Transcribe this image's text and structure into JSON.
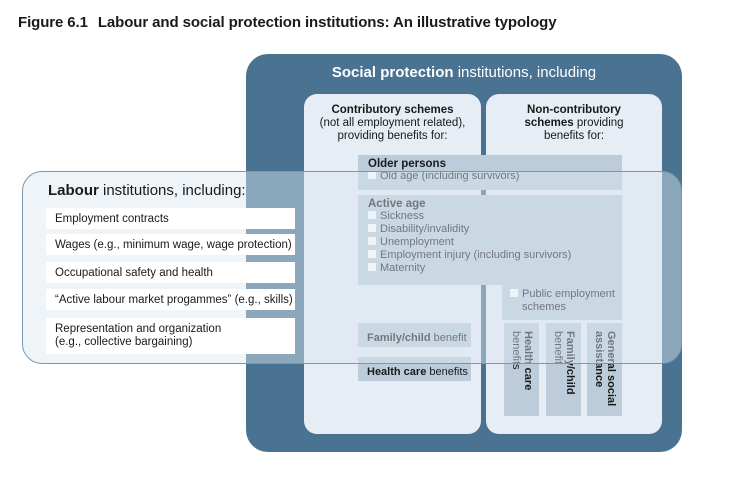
{
  "figure": {
    "number": "Figure 6.1",
    "title": "Labour and social protection institutions: An illustrative typology"
  },
  "social_protection": {
    "heading_bold": "Social protection",
    "heading_rest": " institutions, including",
    "contributory": {
      "title": "Contributory schemes",
      "subtitle_line1": "(not all employment related),",
      "subtitle_line2": "providing benefits for:"
    },
    "non_contributory": {
      "title_line1": "Non-contributory",
      "title_line2_bold": "schemes",
      "title_line2_rest": " providing",
      "title_line3": "benefits for:"
    },
    "older_persons": {
      "title": "Older persons",
      "items": [
        "Old age (including survivors)"
      ]
    },
    "active_age": {
      "title": "Active age",
      "items": [
        "Sickness",
        "Disability/invalidity",
        "Unemployment",
        "Employment injury (including survivors)",
        "Maternity"
      ]
    },
    "public_employment": {
      "line1": "Public employment",
      "line2": "schemes"
    },
    "family_child": {
      "bold": "Family/child",
      "rest": " benefit"
    },
    "health_care": {
      "bold": "Health care",
      "rest": " benefits"
    },
    "columns": [
      {
        "bold": "Health care",
        "rest": "benefits"
      },
      {
        "bold": "Family/child",
        "rest": "benefit"
      },
      {
        "bold": "General social",
        "bold2": "assistance"
      }
    ]
  },
  "labour": {
    "heading_bold": "Labour",
    "heading_rest": " institutions, including:",
    "items": [
      "Employment contracts",
      "Wages (e.g., minimum wage, wage protection)",
      "Occupational safety and health",
      "“Active labour market progammes” (e.g., skills)"
    ],
    "last_item_line1": "Representation and organization",
    "last_item_line2": "(e.g., collective bargaining)"
  },
  "colors": {
    "outer": "#4a7391",
    "panel": "#e6edf4",
    "box": "#bcccdb",
    "labour_border": "#7a96b0"
  }
}
